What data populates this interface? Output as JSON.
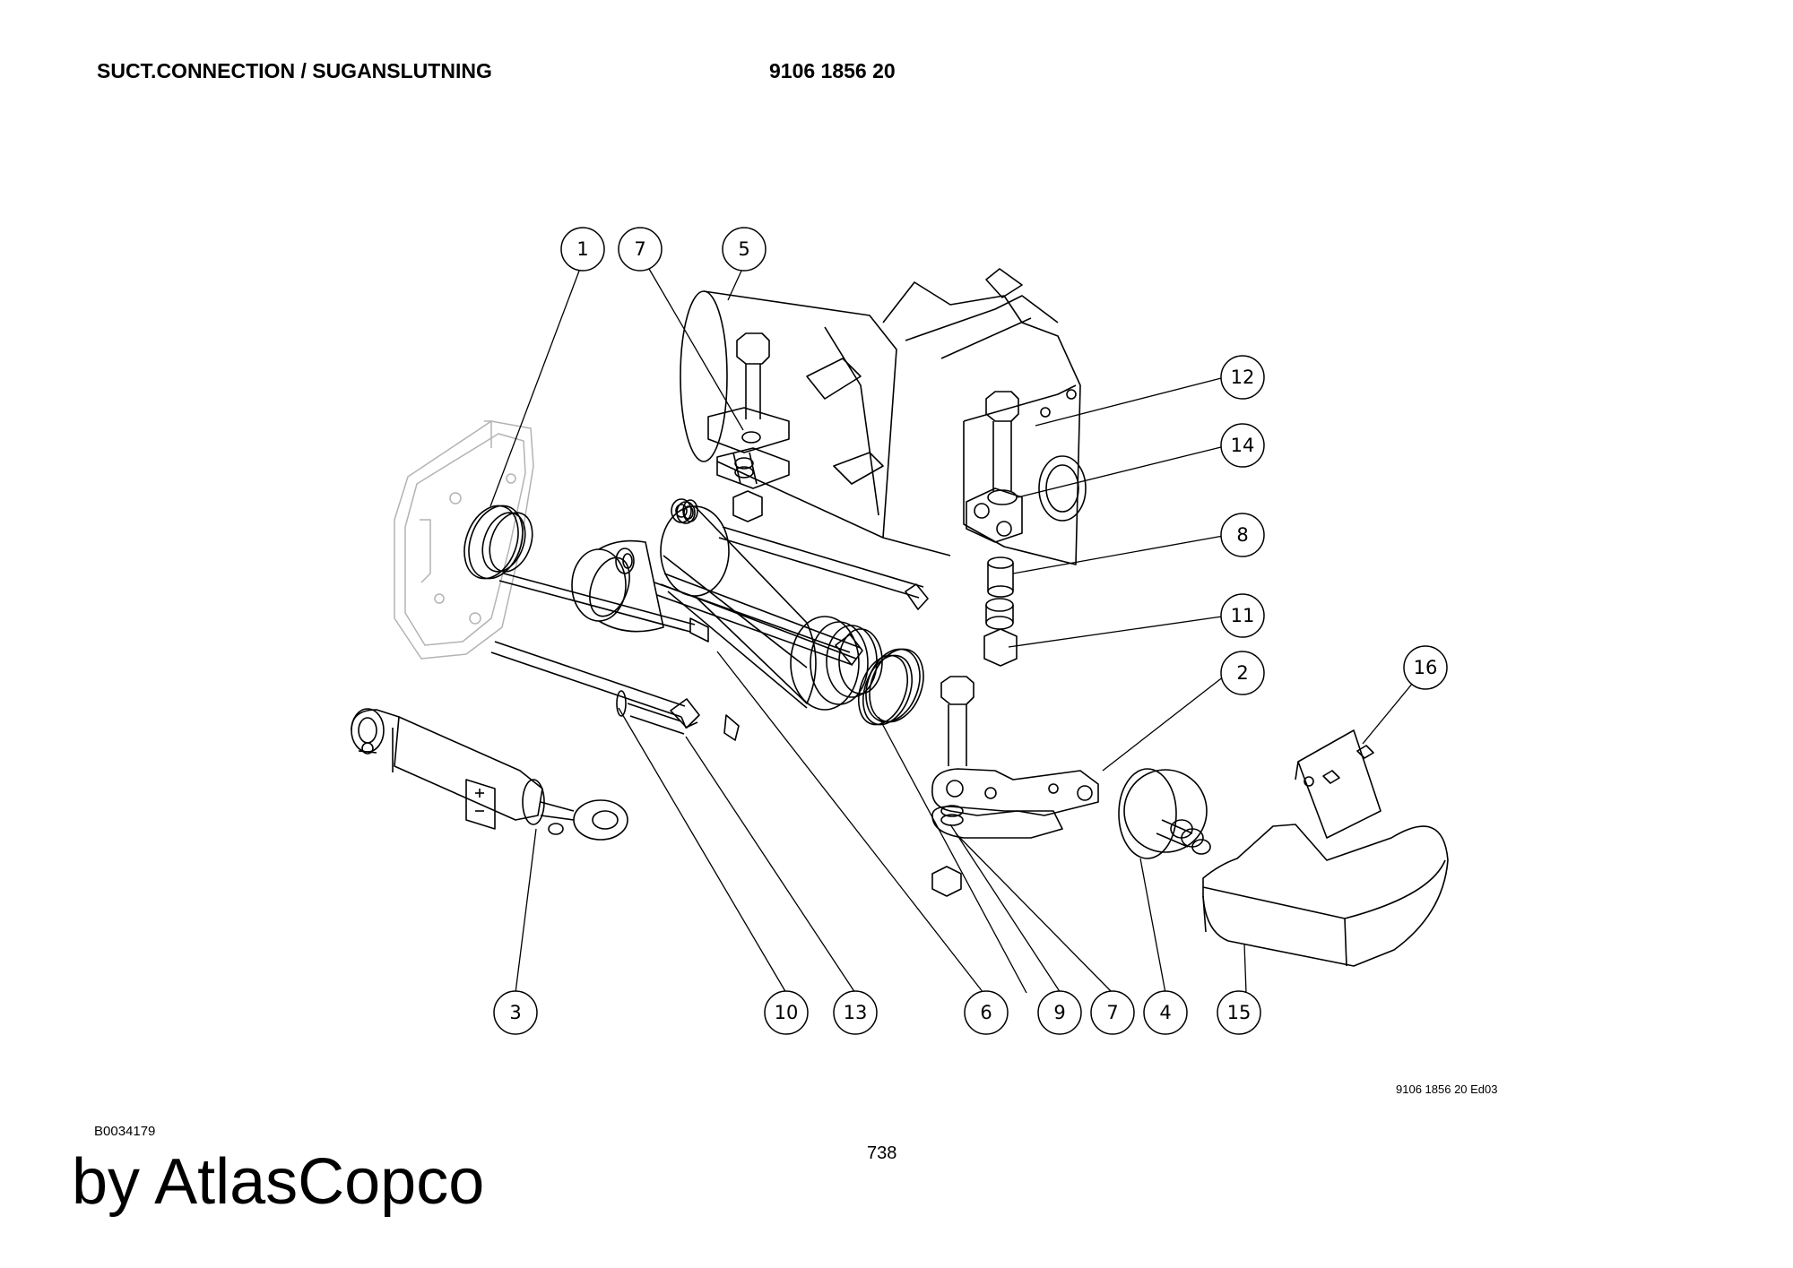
{
  "header": {
    "title": "SUCT.CONNECTION / SUGANSLUTNING",
    "doc_number": "9106 1856 20"
  },
  "callouts": [
    "1",
    "7",
    "5",
    "12",
    "14",
    "8",
    "11",
    "2",
    "16",
    "3",
    "10",
    "13",
    "6",
    "9",
    "7",
    "4",
    "15"
  ],
  "footer": {
    "edition": "9106 1856 20 Ed03",
    "reference": "B0034179",
    "page_number": "738",
    "brand": "by AtlasCopco"
  },
  "colors": {
    "line": "#000000",
    "ghost": "#b0b0b0",
    "paper": "#ffffff"
  }
}
